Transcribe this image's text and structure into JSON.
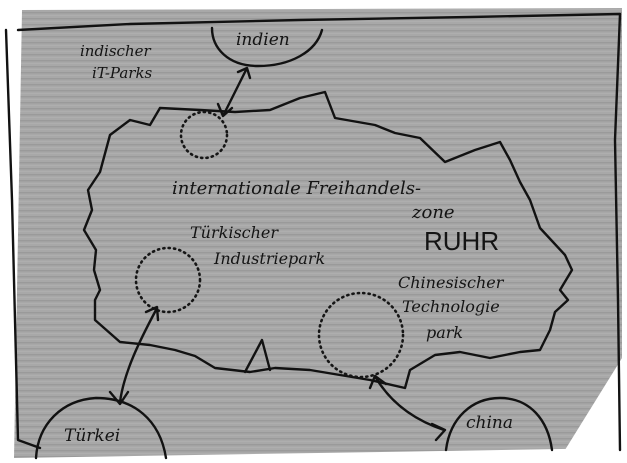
{
  "sketch": {
    "indien_label": "indien",
    "it_parks_line1": "indischer",
    "it_parks_line2": "iT-Parks",
    "zone_line1": "internationale Freihandels-",
    "zone_line2": "zone",
    "ruhr_label": "RUHR",
    "tuerk_park_line1": "Türkischer",
    "tuerk_park_line2": "Industriepark",
    "china_park_line1": "Chinesischer",
    "china_park_line2": "Technologie",
    "china_park_line3": "park",
    "tuerkei_label": "Türkei",
    "china_label": "china"
  },
  "colors": {
    "paper_gray": "#a6a6a6",
    "ink": "#121212",
    "background": "#ffffff"
  }
}
